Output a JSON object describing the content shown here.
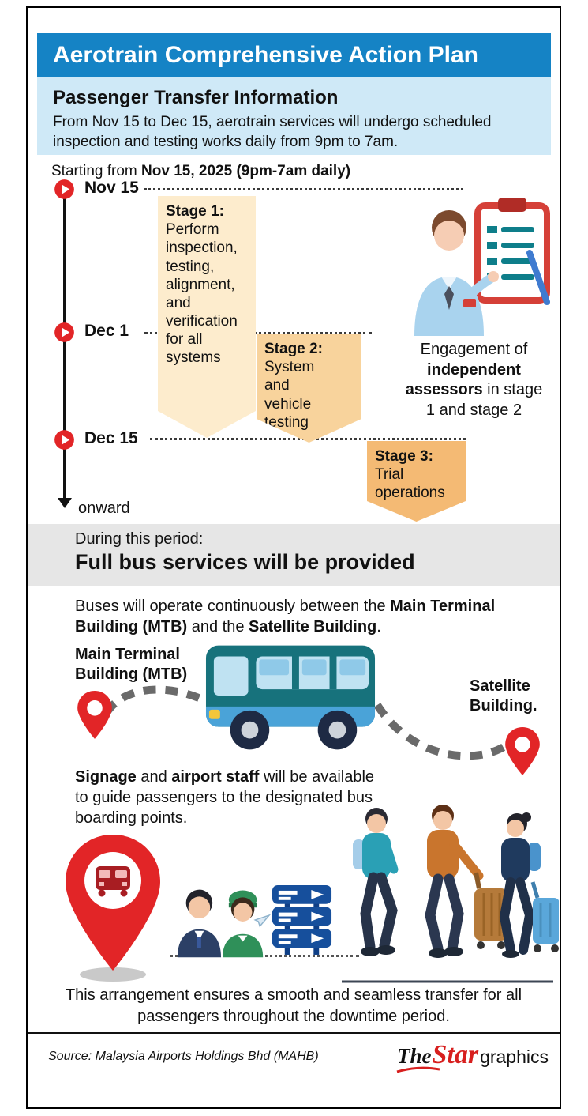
{
  "header": {
    "title": "Aerotrain Comprehensive Action Plan"
  },
  "intro": {
    "title": "Passenger Transfer Information",
    "body": "From Nov 15 to Dec 15, aerotrain services will undergo scheduled inspection and testing works daily from 9pm to 7am."
  },
  "timeline": {
    "starting": {
      "prefix": "Starting from ",
      "bold": "Nov 15, 2025 (9pm-7am daily)"
    },
    "dates": {
      "d1": "Nov 15",
      "d2": "Dec 1",
      "d3": "Dec 15"
    },
    "onward": "onward",
    "stage1": {
      "label": "Stage 1:",
      "text": "Perform inspection, testing, alignment, and verification for all systems"
    },
    "stage2": {
      "label": "Stage 2:",
      "text": "System and vehicle testing"
    },
    "stage3": {
      "label": "Stage 3:",
      "text": "Trial operations"
    },
    "assessors": {
      "p1": "Engagement of ",
      "b1": "independent assessors",
      "p2": " in stage 1 and stage 2"
    }
  },
  "bus": {
    "period_label": "During this period:",
    "headline": "Full bus services will be provided",
    "route": {
      "p1": "Buses will operate continuously between the ",
      "b1": "Main Terminal Building (MTB)",
      "p2": " and the ",
      "b2": "Satellite Building",
      "p3": "."
    },
    "mtb_label": "Main Terminal Building (MTB)",
    "satellite_label": "Satellite Building.",
    "signage": {
      "b1": "Signage",
      "p1": " and ",
      "b2": "airport staff",
      "p2": " will be available to guide passengers to the designated bus boarding points."
    },
    "closing": "This arrangement ensures a smooth and seamless transfer for all passengers throughout the downtime period."
  },
  "footer": {
    "source": "Source: Malaysia Airports Holdings Bhd (MAHB)",
    "brand": {
      "the": "The",
      "star": "Star",
      "graphics": "graphics"
    }
  },
  "colors": {
    "header_blue": "#1583c5",
    "intro_blue": "#cfe9f7",
    "stage1": "#fdeccd",
    "stage2": "#f8d39c",
    "stage3": "#f4ba74",
    "accent_red": "#e22527",
    "gray_band": "#e6e6e6",
    "bus_teal": "#17727c"
  },
  "icons": {
    "timeline_marker": "play-circle",
    "map_pin": "map-pin",
    "timeline_end": "down-arrow"
  }
}
